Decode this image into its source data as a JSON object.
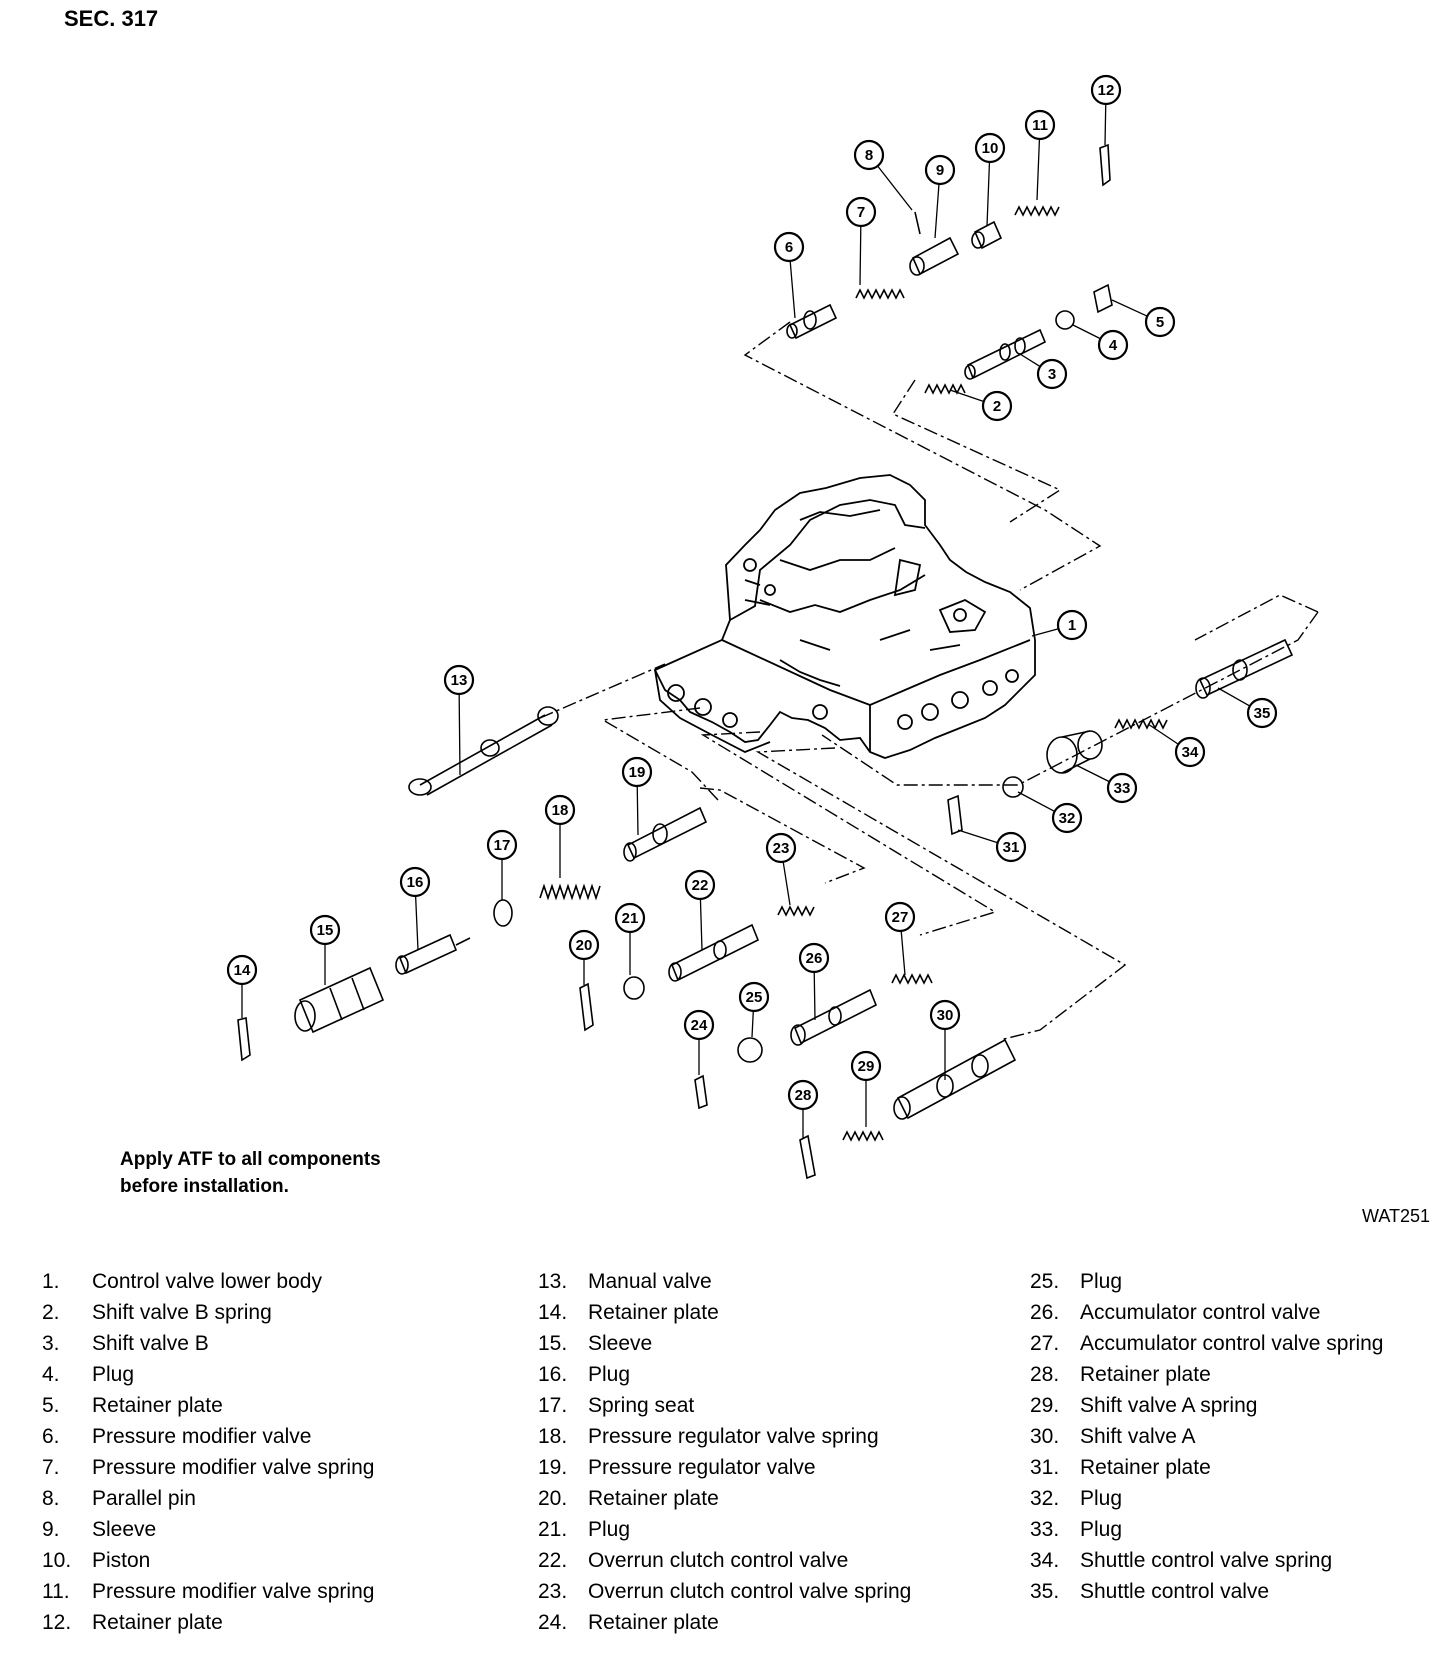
{
  "header": {
    "section": "SEC. 317"
  },
  "note": {
    "line1": "Apply ATF to all components",
    "line2": "before installation."
  },
  "figure_code": "WAT251",
  "legend": {
    "col1": [
      {
        "num": "1.",
        "label": "Control valve lower body"
      },
      {
        "num": "2.",
        "label": "Shift valve B spring"
      },
      {
        "num": "3.",
        "label": "Shift valve B"
      },
      {
        "num": "4.",
        "label": "Plug"
      },
      {
        "num": "5.",
        "label": "Retainer plate"
      },
      {
        "num": "6.",
        "label": "Pressure modifier valve"
      },
      {
        "num": "7.",
        "label": "Pressure modifier valve spring"
      },
      {
        "num": "8.",
        "label": "Parallel pin"
      },
      {
        "num": "9.",
        "label": "Sleeve"
      },
      {
        "num": "10.",
        "label": "Piston"
      },
      {
        "num": "11.",
        "label": "Pressure modifier valve spring"
      },
      {
        "num": "12.",
        "label": "Retainer plate"
      }
    ],
    "col2": [
      {
        "num": "13.",
        "label": "Manual valve"
      },
      {
        "num": "14.",
        "label": "Retainer plate"
      },
      {
        "num": "15.",
        "label": "Sleeve"
      },
      {
        "num": "16.",
        "label": "Plug"
      },
      {
        "num": "17.",
        "label": "Spring seat"
      },
      {
        "num": "18.",
        "label": "Pressure regulator valve spring"
      },
      {
        "num": "19.",
        "label": "Pressure regulator valve"
      },
      {
        "num": "20.",
        "label": "Retainer plate"
      },
      {
        "num": "21.",
        "label": "Plug"
      },
      {
        "num": "22.",
        "label": "Overrun clutch control valve"
      },
      {
        "num": "23.",
        "label": "Overrun clutch control valve spring"
      },
      {
        "num": "24.",
        "label": "Retainer plate"
      }
    ],
    "col3": [
      {
        "num": "25.",
        "label": "Plug"
      },
      {
        "num": "26.",
        "label": "Accumulator control valve"
      },
      {
        "num": "27.",
        "label": "Accumulator control valve spring"
      },
      {
        "num": "28.",
        "label": "Retainer plate"
      },
      {
        "num": "29.",
        "label": "Shift valve A spring"
      },
      {
        "num": "30.",
        "label": "Shift valve A"
      },
      {
        "num": "31.",
        "label": "Retainer plate"
      },
      {
        "num": "32.",
        "label": "Plug"
      },
      {
        "num": "33.",
        "label": "Plug"
      },
      {
        "num": "34.",
        "label": "Shuttle control valve spring"
      },
      {
        "num": "35.",
        "label": "Shuttle control valve"
      }
    ]
  },
  "callouts": [
    "1",
    "2",
    "3",
    "4",
    "5",
    "6",
    "7",
    "8",
    "9",
    "10",
    "11",
    "12",
    "13",
    "14",
    "15",
    "16",
    "17",
    "18",
    "19",
    "20",
    "21",
    "22",
    "23",
    "24",
    "25",
    "26",
    "27",
    "28",
    "29",
    "30",
    "31",
    "32",
    "33",
    "34",
    "35"
  ]
}
